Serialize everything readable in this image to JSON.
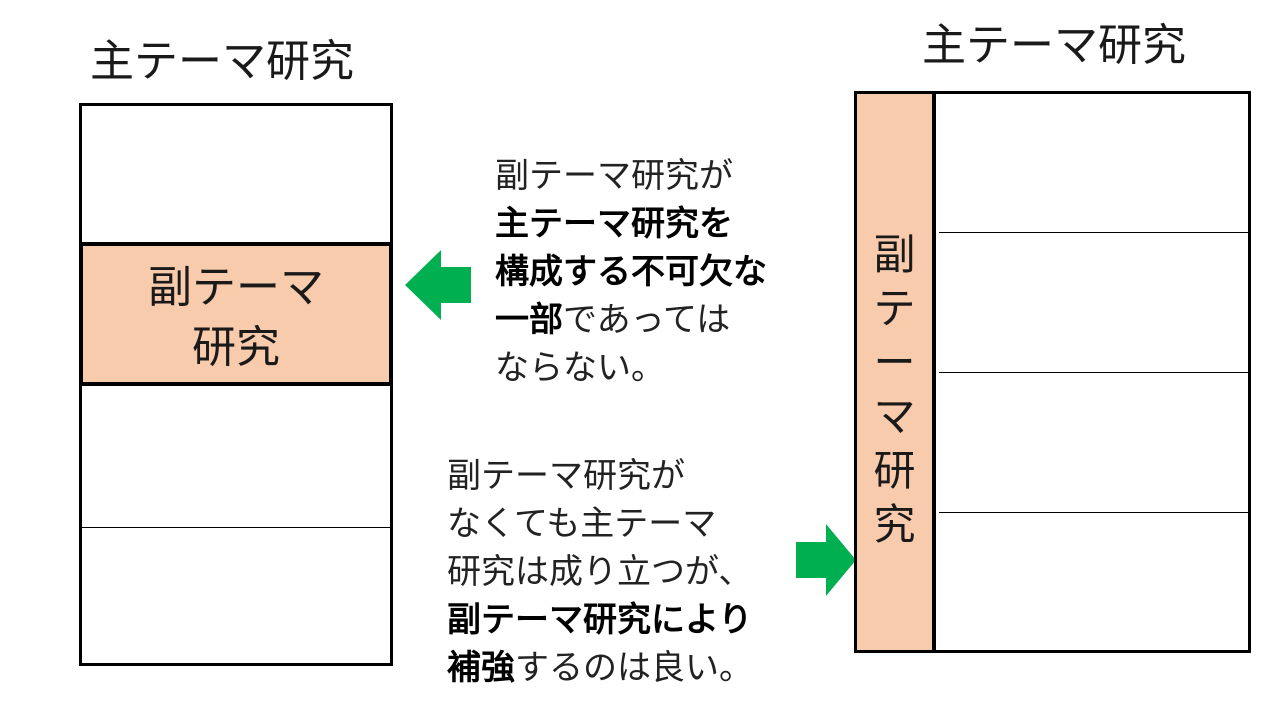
{
  "colors": {
    "sub_fill": "#f8cbad",
    "arrow": "#00b050",
    "border": "#000000"
  },
  "left": {
    "title": "主テーマ研究",
    "sub_label": "副テーマ研究",
    "sub_line1": "副テーマ",
    "sub_line2": "研究"
  },
  "right": {
    "title": "主テーマ研究",
    "sub_label": "副テーマ研究"
  },
  "note_top": {
    "line1": "副テーマ研究が",
    "line2_bold": "主テーマ研究を",
    "line3_bold": "構成する不可欠な",
    "line4_bold": "一部",
    "line4_rest": "であっては",
    "line5": "ならない。"
  },
  "note_bottom": {
    "line1": "副テーマ研究が",
    "line2": "なくても主テーマ",
    "line3": "研究は成り立つが、",
    "line4_bold": "副テーマ研究により",
    "line5_bold": "補強",
    "line5_rest": "するのは良い。"
  },
  "arrows": {
    "top_direction": "left",
    "bottom_direction": "right"
  }
}
